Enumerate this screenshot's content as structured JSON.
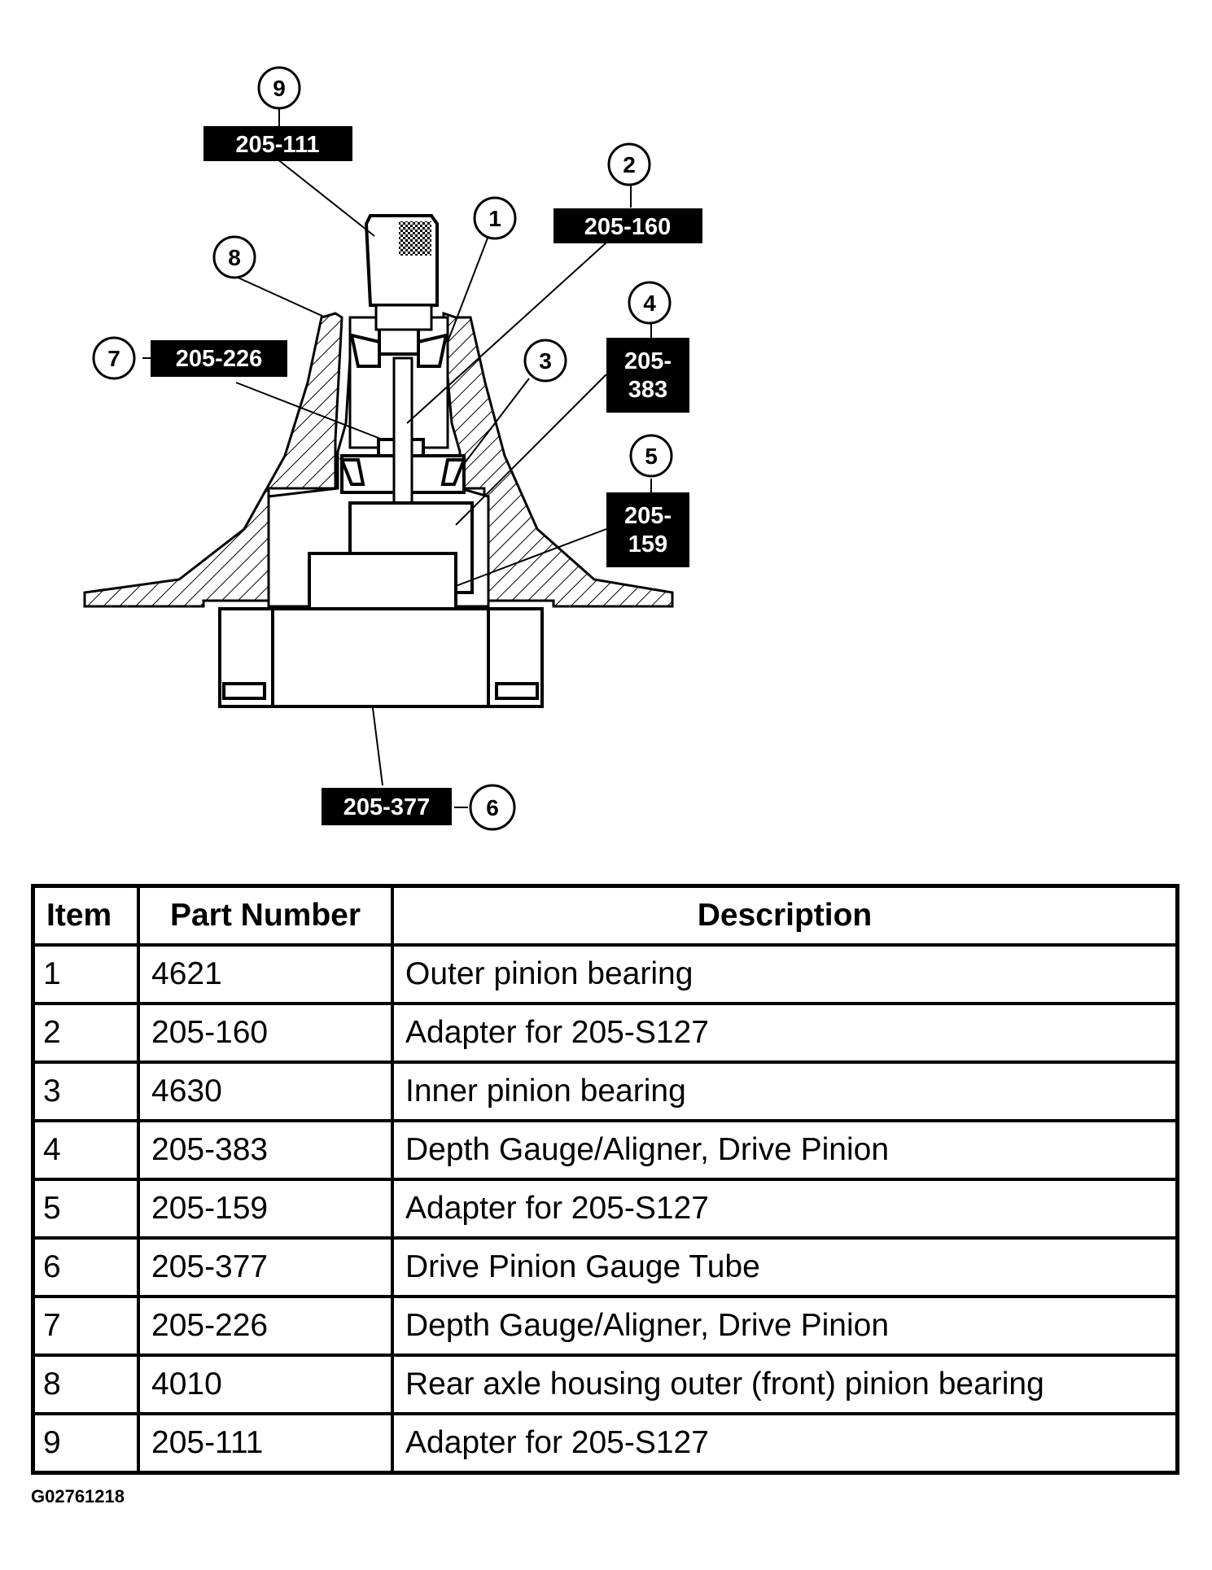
{
  "callouts": [
    {
      "number": "1",
      "tool": ""
    },
    {
      "number": "2",
      "tool": "205-160"
    },
    {
      "number": "3",
      "tool": ""
    },
    {
      "number": "4",
      "tool_line1": "205-",
      "tool_line2": "383"
    },
    {
      "number": "5",
      "tool_line1": "205-",
      "tool_line2": "159"
    },
    {
      "number": "6",
      "tool": "205-377"
    },
    {
      "number": "7",
      "tool": "205-226"
    },
    {
      "number": "8",
      "tool": ""
    },
    {
      "number": "9",
      "tool": "205-111"
    }
  ],
  "table": {
    "headers": [
      "Item",
      "Part Number",
      "Description"
    ],
    "rows": [
      [
        "1",
        "4621",
        "Outer pinion bearing"
      ],
      [
        "2",
        "205-160",
        "Adapter for 205-S127"
      ],
      [
        "3",
        "4630",
        "Inner pinion bearing"
      ],
      [
        "4",
        "205-383",
        "Depth Gauge/Aligner, Drive Pinion"
      ],
      [
        "5",
        "205-159",
        "Adapter for 205-S127"
      ],
      [
        "6",
        "205-377",
        "Drive Pinion Gauge Tube"
      ],
      [
        "7",
        "205-226",
        "Depth Gauge/Aligner, Drive Pinion"
      ],
      [
        "8",
        "4010",
        "Rear axle housing outer (front) pinion bearing"
      ],
      [
        "9",
        "205-111",
        "Adapter for 205-S127"
      ]
    ]
  },
  "figure_code": "G02761218"
}
